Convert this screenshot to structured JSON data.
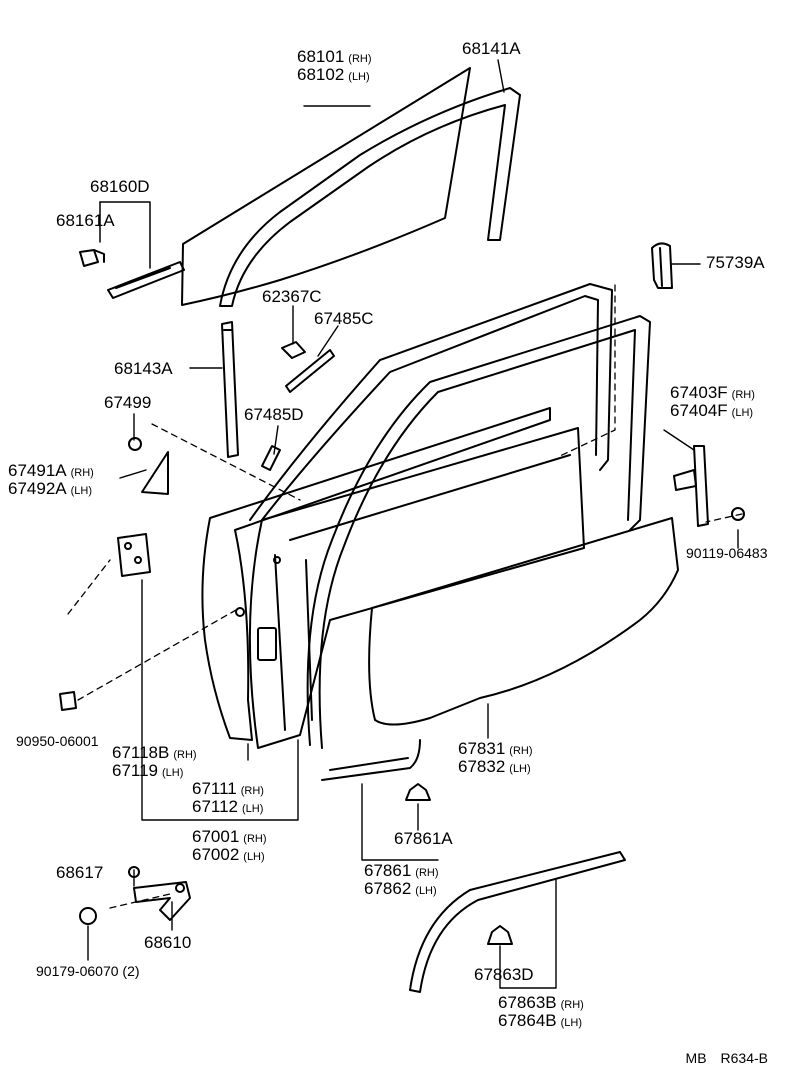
{
  "parts": {
    "p68101": {
      "num": "68101",
      "side": "(RH)"
    },
    "p68102": {
      "num": "68102",
      "side": "(LH)"
    },
    "p68141A": {
      "num": "68141A"
    },
    "p68160D": {
      "num": "68160D"
    },
    "p68161A": {
      "num": "68161A"
    },
    "p75739A": {
      "num": "75739A"
    },
    "p62367C": {
      "num": "62367C"
    },
    "p67485C": {
      "num": "67485C"
    },
    "p68143A": {
      "num": "68143A"
    },
    "p67499": {
      "num": "67499"
    },
    "p67485D": {
      "num": "67485D"
    },
    "p67491A": {
      "num": "67491A",
      "side": "(RH)"
    },
    "p67492A": {
      "num": "67492A",
      "side": "(LH)"
    },
    "p67403F": {
      "num": "67403F",
      "side": "(RH)"
    },
    "p67404F": {
      "num": "67404F",
      "side": "(LH)"
    },
    "p90119": {
      "num": "90119-06483"
    },
    "p90950": {
      "num": "90950-06001"
    },
    "p67118B": {
      "num": "67118B",
      "side": "(RH)"
    },
    "p67119": {
      "num": "67119",
      "side": "(LH)"
    },
    "p67111": {
      "num": "67111",
      "side": "(RH)"
    },
    "p67112": {
      "num": "67112",
      "side": "(LH)"
    },
    "p67831": {
      "num": "67831",
      "side": "(RH)"
    },
    "p67832": {
      "num": "67832",
      "side": "(LH)"
    },
    "p67001": {
      "num": "67001",
      "side": "(RH)"
    },
    "p67002": {
      "num": "67002",
      "side": "(LH)"
    },
    "p67861A": {
      "num": "67861A"
    },
    "p68617": {
      "num": "68617"
    },
    "p67861": {
      "num": "67861",
      "side": "(RH)"
    },
    "p67862": {
      "num": "67862",
      "side": "(LH)"
    },
    "p68610": {
      "num": "68610"
    },
    "p90179": {
      "num": "90179-06070 (2)"
    },
    "p67863D": {
      "num": "67863D"
    },
    "p67863B": {
      "num": "67863B",
      "side": "(RH)"
    },
    "p67864B": {
      "num": "67864B",
      "side": "(LH)"
    }
  },
  "footer": {
    "left": "MB",
    "right": "R634-B"
  }
}
